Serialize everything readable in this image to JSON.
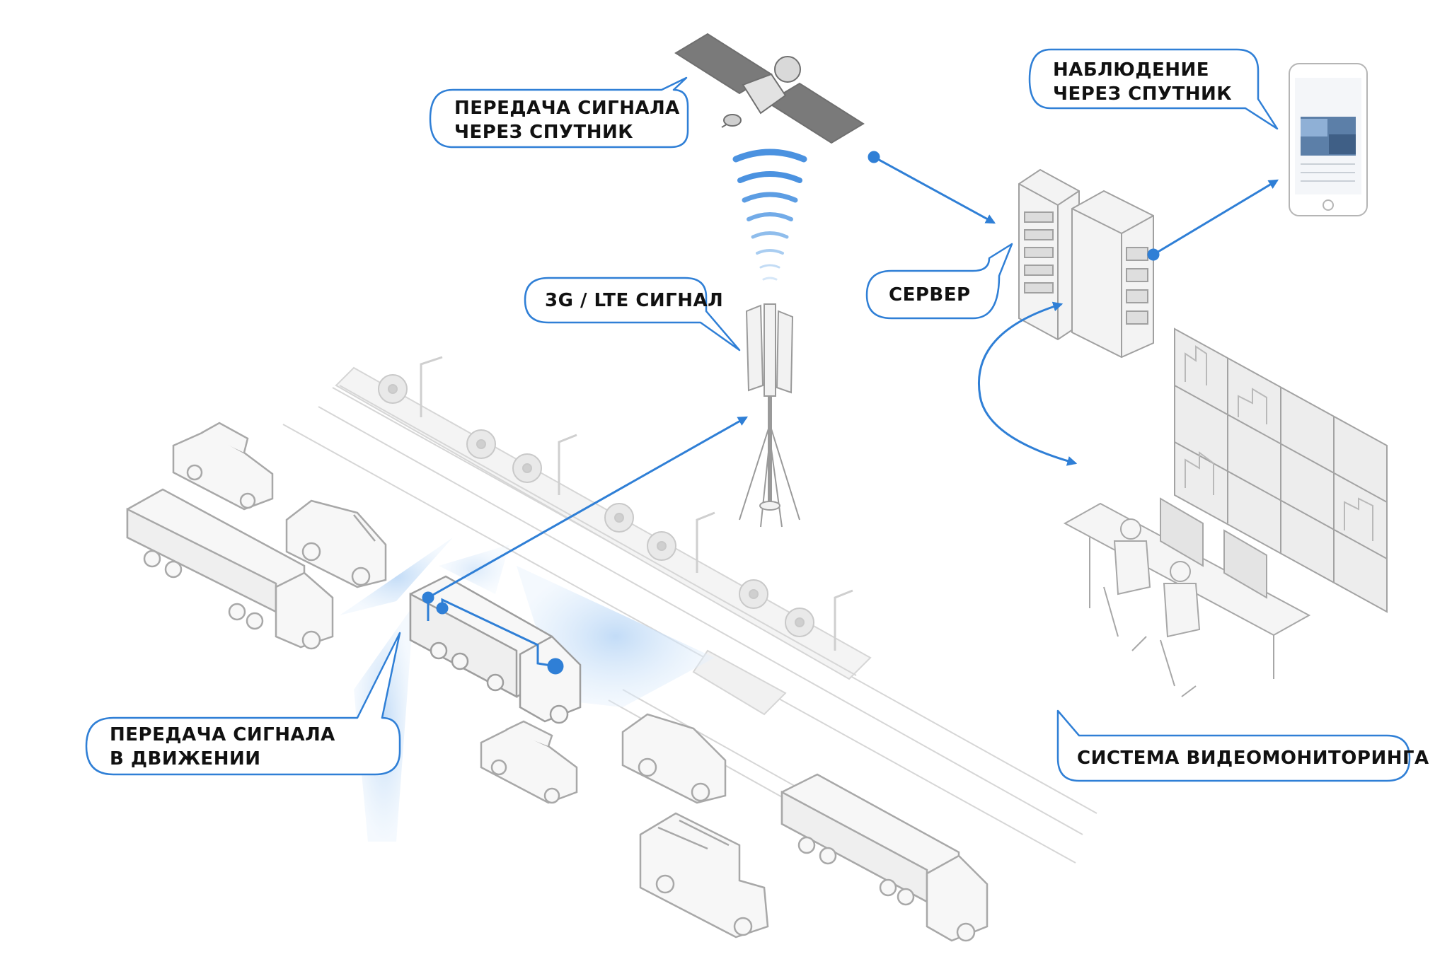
{
  "diagram": {
    "labels": {
      "sat_tx": {
        "line1": "ПЕРЕДАЧА СИГНАЛА",
        "line2": "ЧЕРЕЗ СПУТНИК"
      },
      "sat_obs": {
        "line1": "НАБЛЮДЕНИЕ",
        "line2": "ЧЕРЕЗ СПУТНИК"
      },
      "lte": {
        "line1": "3G / LTE СИГНАЛ"
      },
      "server": {
        "line1": "СЕРВЕР"
      },
      "motion": {
        "line1": "ПЕРЕДАЧА СИГНАЛА",
        "line2": "В ДВИЖЕНИИ"
      },
      "monitor": {
        "line1": "СИСТЕМА ВИДЕОМОНИТОРИНГА"
      }
    },
    "colors": {
      "accent": "#2f7fd6",
      "line": "#bdbdbd",
      "coverage": "#cfe3f8",
      "background": "#ffffff"
    },
    "icons": [
      "satellite-icon",
      "cell-tower-icon",
      "server-rack-icon",
      "smartphone-icon",
      "video-wall-icon",
      "operators-desk-icon",
      "truck-icon",
      "car-icon",
      "van-icon",
      "garbage-truck-icon",
      "street-camera-icon",
      "street-lamp-icon"
    ]
  }
}
